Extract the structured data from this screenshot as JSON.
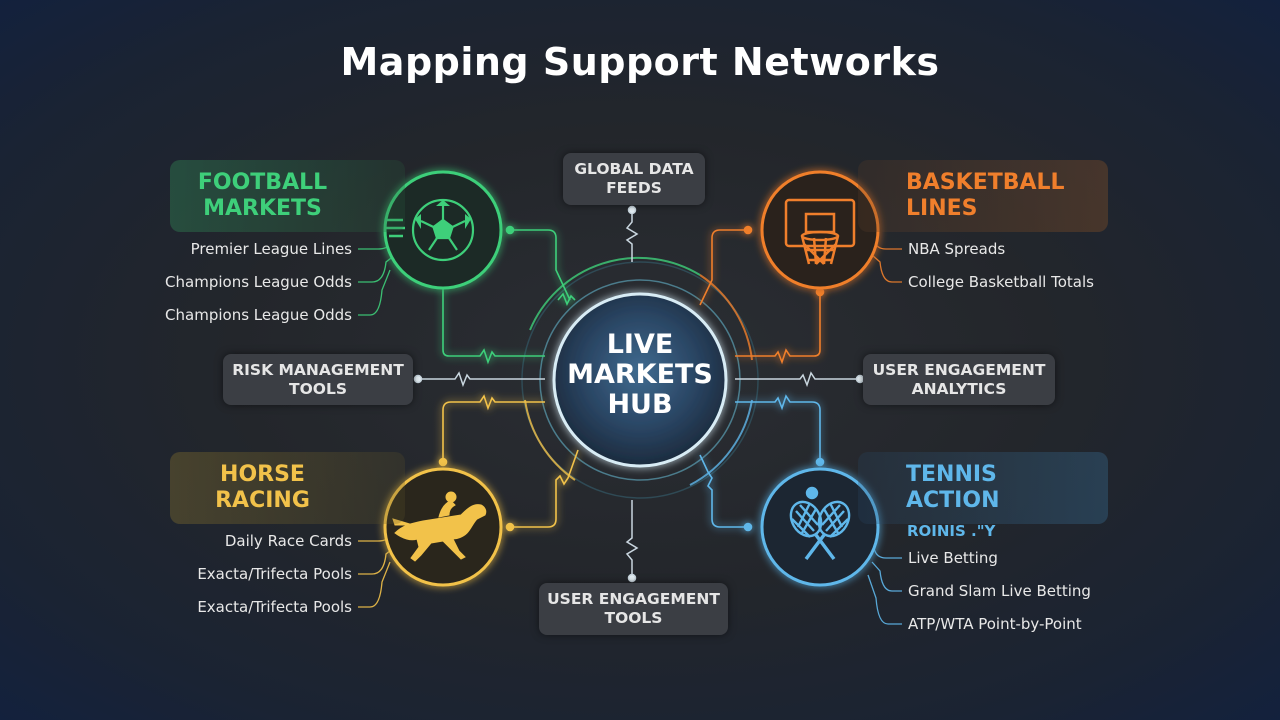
{
  "title": "Mapping Support Networks",
  "hub": {
    "line1": "LIVE",
    "line2": "MARKETS",
    "line3": "HUB"
  },
  "boxes": {
    "top": {
      "line1": "GLOBAL DATA",
      "line2": "FEEDS"
    },
    "left": {
      "line1": "RISK MANAGEMENT",
      "line2": "TOOLS"
    },
    "right": {
      "line1": "USER ENGAGEMENT",
      "line2": "ANALYTICS"
    },
    "bottom": {
      "line1": "USER ENGAGEMENT",
      "line2": "TOOLS"
    }
  },
  "categories": {
    "football": {
      "line1": "FOOTBALL",
      "line2": "MARKETS",
      "color": "#3ecf7a",
      "icon": "soccer-ball-icon",
      "items": [
        "Premier League Lines",
        "Champions League Odds",
        "Champions League Odds"
      ]
    },
    "basketball": {
      "line1": "BASKETBALL",
      "line2": "LINES",
      "color": "#f07f2c",
      "icon": "basketball-hoop-icon",
      "items": [
        "NBA Spreads",
        "College Basketball Totals"
      ]
    },
    "horse": {
      "line1": "HORSE",
      "line2": "RACING",
      "color": "#f2c24a",
      "icon": "racehorse-jockey-icon",
      "items": [
        "Daily Race Cards",
        "Exacta/Trifecta Pools",
        "Exacta/Trifecta Pools"
      ]
    },
    "tennis": {
      "line1": "TENNIS",
      "line2": "ACTION",
      "extra": "ROINIS .\"Y",
      "color": "#5fb7ea",
      "icon": "tennis-rackets-icon",
      "items": [
        "Live Betting",
        "Grand Slam Live Betting",
        "ATP/WTA Point-by-Point"
      ]
    }
  }
}
